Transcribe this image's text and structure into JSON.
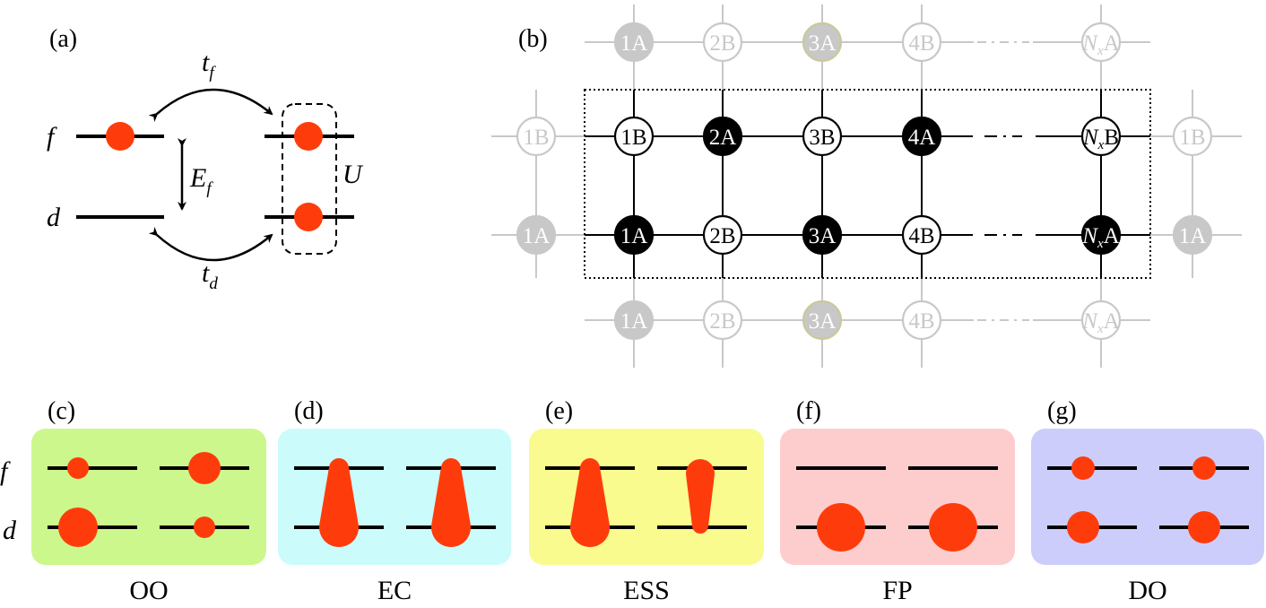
{
  "panel_a": {
    "label": "(a)",
    "level_f": "f",
    "level_d": "d",
    "hop_f": {
      "base": "t",
      "sub": "f"
    },
    "hop_d": {
      "base": "t",
      "sub": "d"
    },
    "energy": {
      "base": "E",
      "sub": "f"
    },
    "interaction": "U"
  },
  "panel_b": {
    "label": "(b)",
    "top_row": [
      "1B",
      "2A",
      "3B",
      "4A",
      "NxB"
    ],
    "bottom_row": [
      "1A",
      "2B",
      "3A",
      "4B",
      "NxA"
    ],
    "ghost_top": [
      "1A",
      "2B",
      "3A",
      "4B",
      "NxA"
    ],
    "ghost_bottom": [
      "1A",
      "2B",
      "3A",
      "4B",
      "NxA"
    ],
    "ghost_left_top": "1B",
    "ghost_left_bottom": "1A",
    "ghost_right_top": "1B",
    "ghost_right_bottom": "1A",
    "nx": {
      "base": "N",
      "sub": "x"
    }
  },
  "phases": [
    {
      "label": "(c)",
      "name": "OO",
      "color": "#ccf78c"
    },
    {
      "label": "(d)",
      "name": "EC",
      "color": "#ccfbfc"
    },
    {
      "label": "(e)",
      "name": "ESS",
      "color": "#f9fb8f"
    },
    {
      "label": "(f)",
      "name": "FP",
      "color": "#fdcdcd"
    },
    {
      "label": "(g)",
      "name": "DO",
      "color": "#cdcdfb"
    }
  ],
  "phase_axis": {
    "f": "f",
    "d": "d"
  },
  "colors": {
    "electron": "#fe3c0b",
    "ghost": "#c8c8c8",
    "ghost_fill": "#c8c8c8",
    "ghost_ring": "#c9c99a"
  }
}
